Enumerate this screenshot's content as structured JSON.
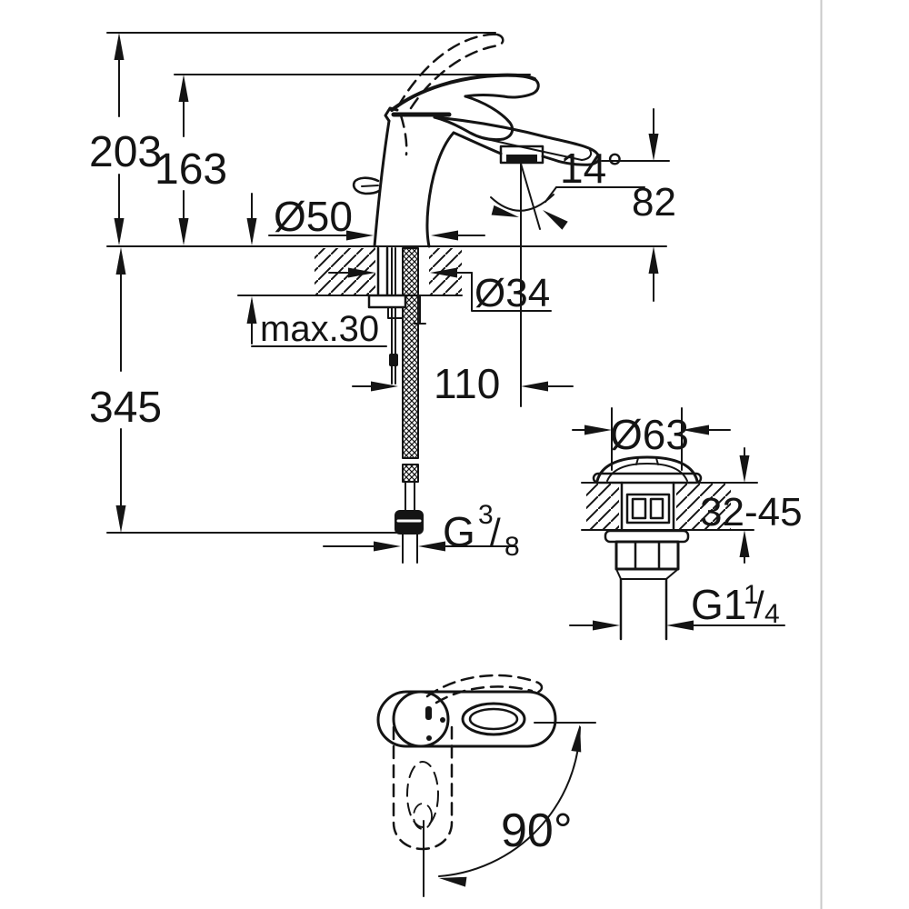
{
  "drawing": {
    "title_semantic": "single-lever-basin-mixer-dimension-drawing",
    "dims": {
      "total_height": "203",
      "spout_ref_height": "163",
      "base_diameter": "Ø50",
      "hole_diameter": "Ø34",
      "max_deck_thickness": "max.30",
      "below_deck_length": "345",
      "spout_reach": "110",
      "spout_angle": "14°",
      "outlet_height": "82",
      "hose_thread": {
        "prefix": "G",
        "numerator": "3",
        "denominator": "8"
      },
      "drain_flange_diameter": "Ø63",
      "drain_deck_thickness": "32-45",
      "drain_thread": {
        "prefix": "G1",
        "numerator": "1",
        "denominator": "4"
      },
      "handle_swivel_angle": "90°"
    },
    "colors": {
      "line": "#141414",
      "background": "#ffffff",
      "divider": "#c9c9c9"
    }
  }
}
